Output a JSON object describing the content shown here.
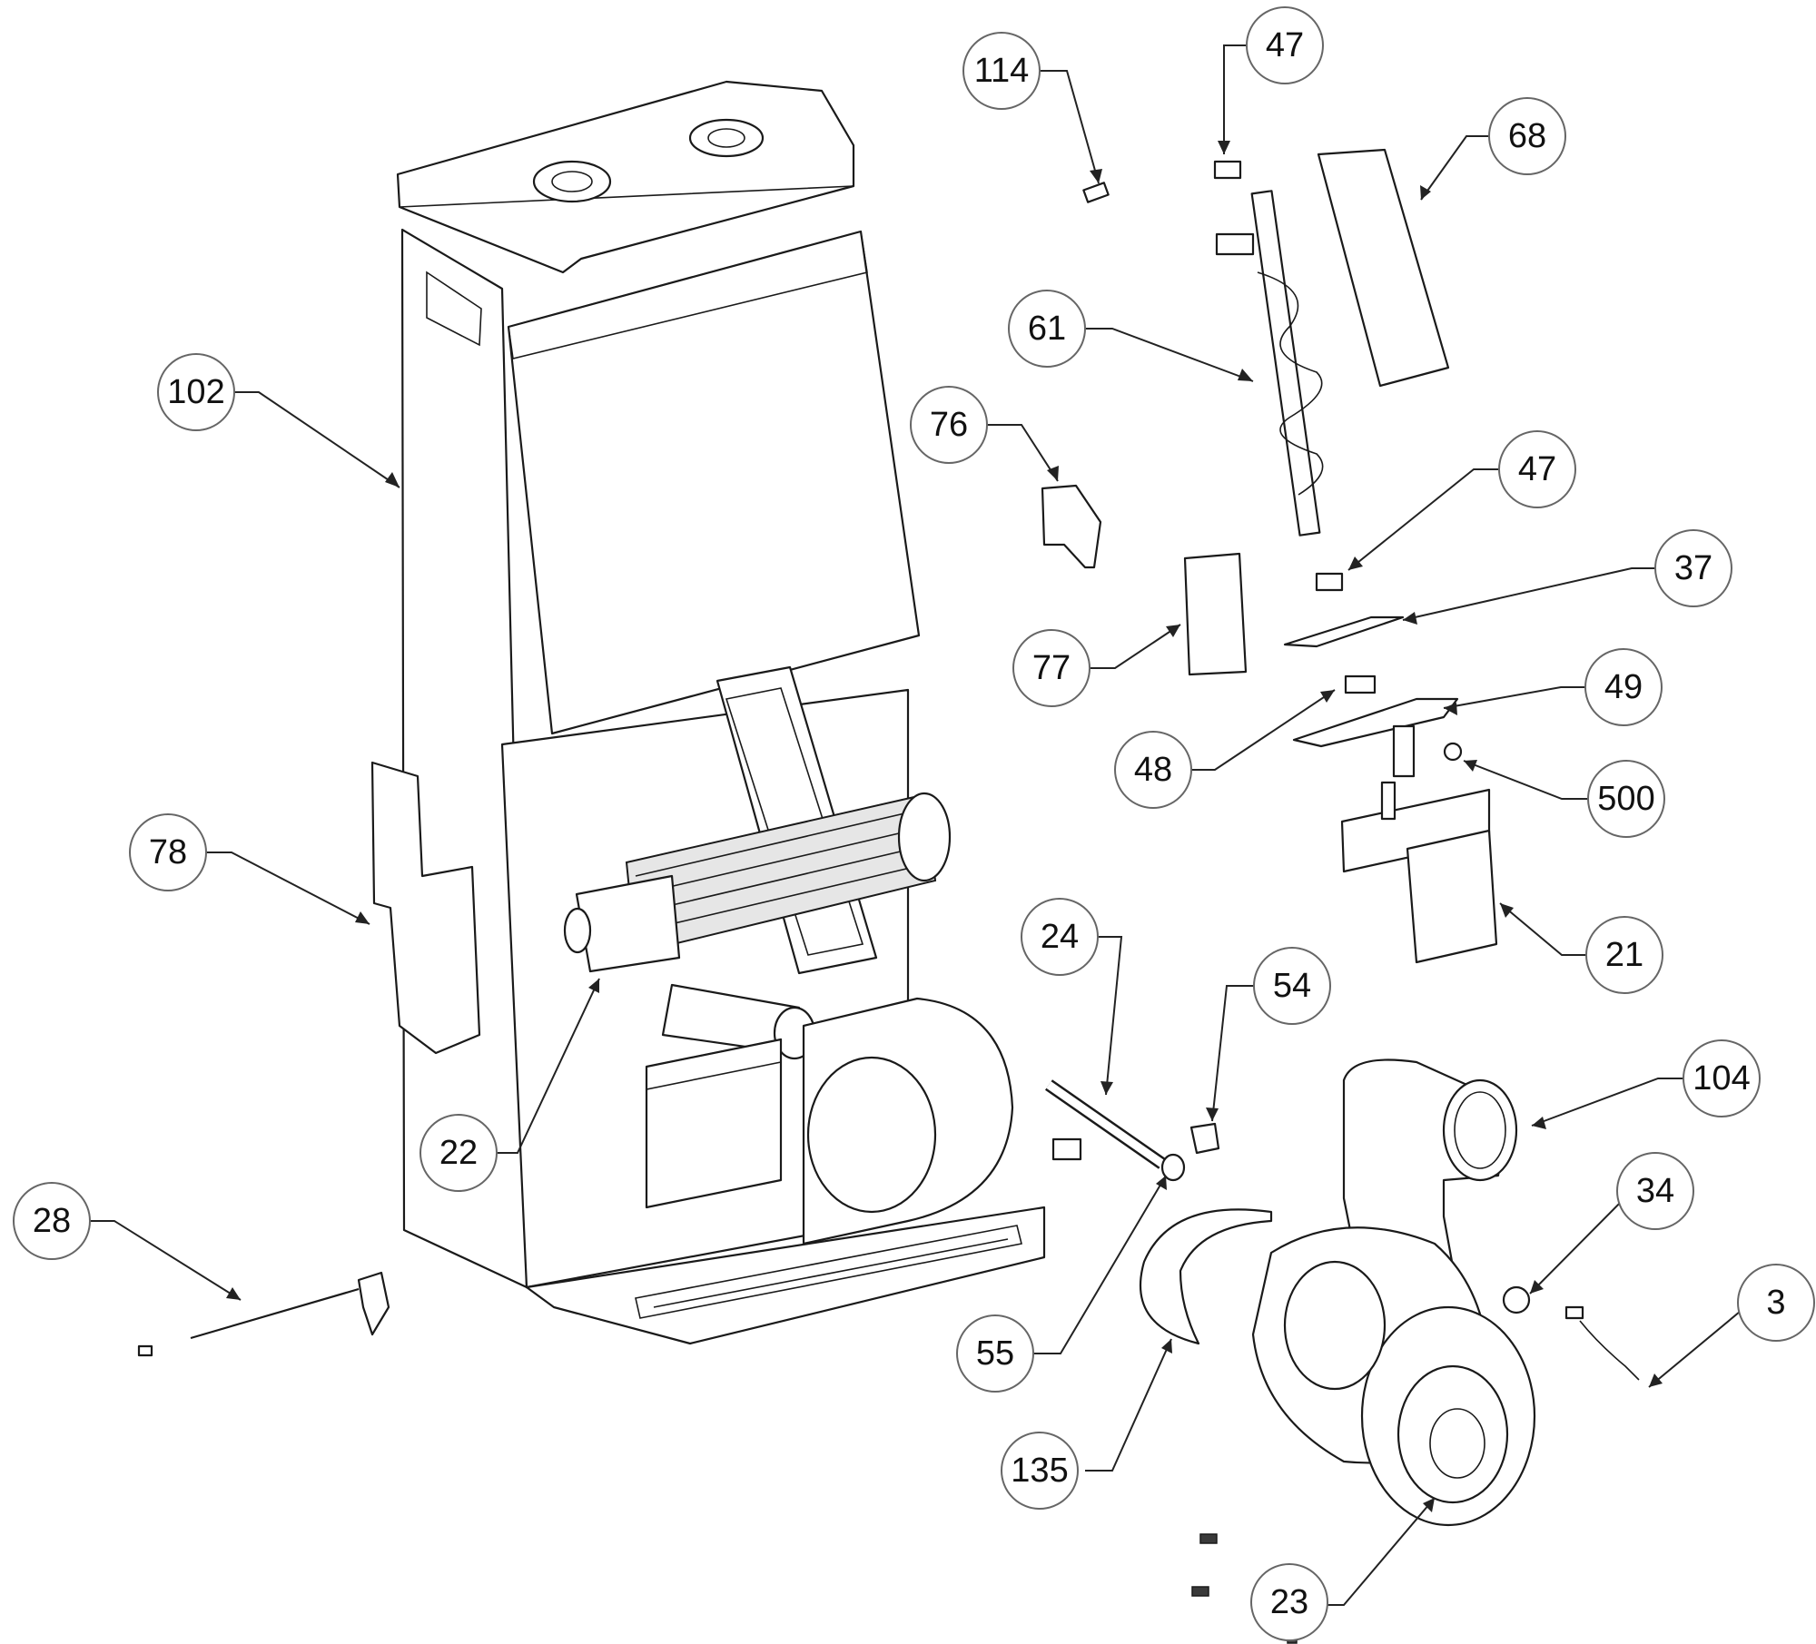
{
  "colors": {
    "line": "#1a1a1a",
    "callout_border": "#666666",
    "background": "#ffffff"
  },
  "callouts": [
    {
      "id": "114",
      "label": "114"
    },
    {
      "id": "47a",
      "label": "47"
    },
    {
      "id": "68",
      "label": "68"
    },
    {
      "id": "61",
      "label": "61"
    },
    {
      "id": "102",
      "label": "102"
    },
    {
      "id": "76",
      "label": "76"
    },
    {
      "id": "47b",
      "label": "47"
    },
    {
      "id": "37",
      "label": "37"
    },
    {
      "id": "77",
      "label": "77"
    },
    {
      "id": "49",
      "label": "49"
    },
    {
      "id": "48",
      "label": "48"
    },
    {
      "id": "500",
      "label": "500"
    },
    {
      "id": "78",
      "label": "78"
    },
    {
      "id": "24",
      "label": "24"
    },
    {
      "id": "21",
      "label": "21"
    },
    {
      "id": "54",
      "label": "54"
    },
    {
      "id": "104",
      "label": "104"
    },
    {
      "id": "22",
      "label": "22"
    },
    {
      "id": "28",
      "label": "28"
    },
    {
      "id": "34",
      "label": "34"
    },
    {
      "id": "3",
      "label": "3"
    },
    {
      "id": "55",
      "label": "55"
    },
    {
      "id": "135",
      "label": "135"
    },
    {
      "id": "23",
      "label": "23"
    }
  ]
}
